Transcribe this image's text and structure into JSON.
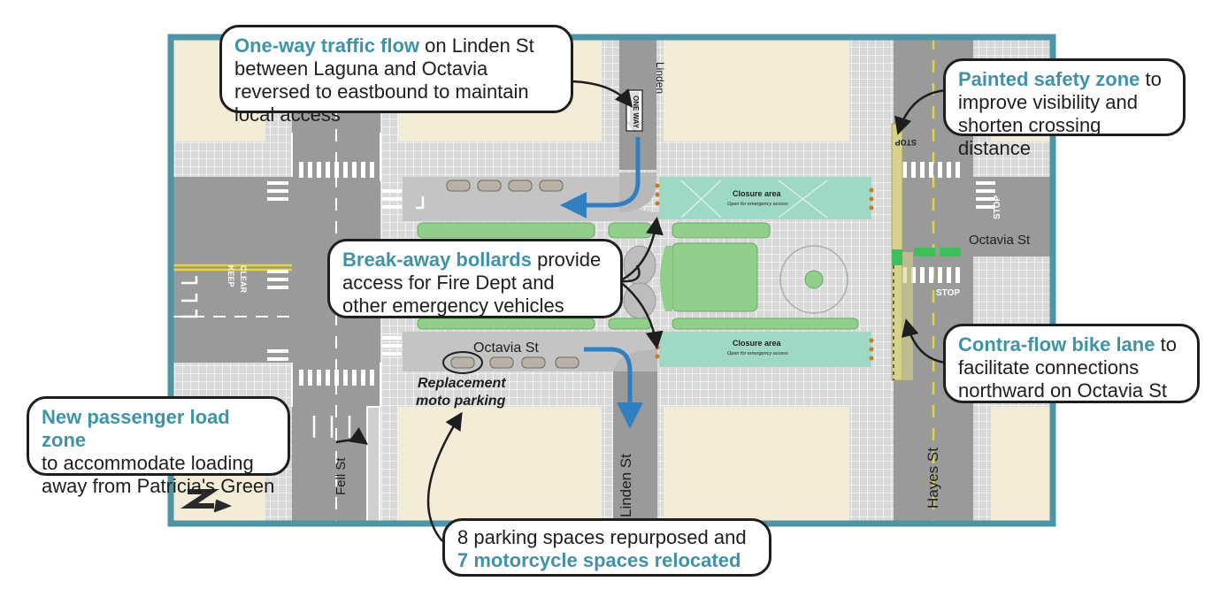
{
  "colors": {
    "frame": "#4b95a6",
    "block": "#f5ecd8",
    "sidewalk": "#d6d6d6",
    "road": "#9a9a9a",
    "plaza": "#c9c9c9",
    "closure": "#9fd9c5",
    "median": "#8fcf8a",
    "arrow": "#2f7fc1",
    "safety_zone": "#d7d28a",
    "bike_green": "#3fbf5a",
    "callout_highlight": "#3f93a8"
  },
  "streets": {
    "linden_top": "Linden",
    "linden_bottom": "Linden St",
    "fell": "Fell St",
    "hayes": "Hayes St",
    "octavia_left": "Octavia St",
    "octavia_right": "Octavia St"
  },
  "signs": {
    "one_way": "ONE WAY",
    "stop_top": "STOP",
    "stop_right": "STOP",
    "stop_bottom": "STOP",
    "clear": "CLEAR",
    "keep": "KEEP"
  },
  "areas": {
    "closure_top_title": "Closure area",
    "closure_top_sub": "Open for emergency access",
    "closure_bottom_title": "Closure area",
    "closure_bottom_sub": "Open for emergency access",
    "moto_label_line1": "Replacement",
    "moto_label_line2": "moto parking"
  },
  "callouts": {
    "one_way": {
      "highlight": "One-way traffic flow",
      "text1": " on Linden St",
      "text2": "between Laguna and Octavia",
      "text3": "reversed to eastbound to maintain",
      "text4": "local access"
    },
    "safety": {
      "highlight": "Painted safety zone",
      "text1": " to",
      "text2": "improve visibility and",
      "text3": "shorten crossing distance"
    },
    "bollards": {
      "highlight": "Break-away bollards",
      "text1": " provide",
      "text2": "access for Fire Dept and",
      "text3": "other emergency vehicles"
    },
    "contra": {
      "highlight": "Contra-flow bike lane",
      "text1": " to",
      "text2": "facilitate connections",
      "text3": "northward on Octavia St"
    },
    "load": {
      "highlight": "New passenger load zone",
      "text1": "to accommodate loading",
      "text2": "away from Patricia's Green"
    },
    "parking": {
      "text1": "8 parking spaces repurposed and",
      "highlight": "7 motorcycle spaces relocated"
    }
  },
  "north_arrow": "N"
}
